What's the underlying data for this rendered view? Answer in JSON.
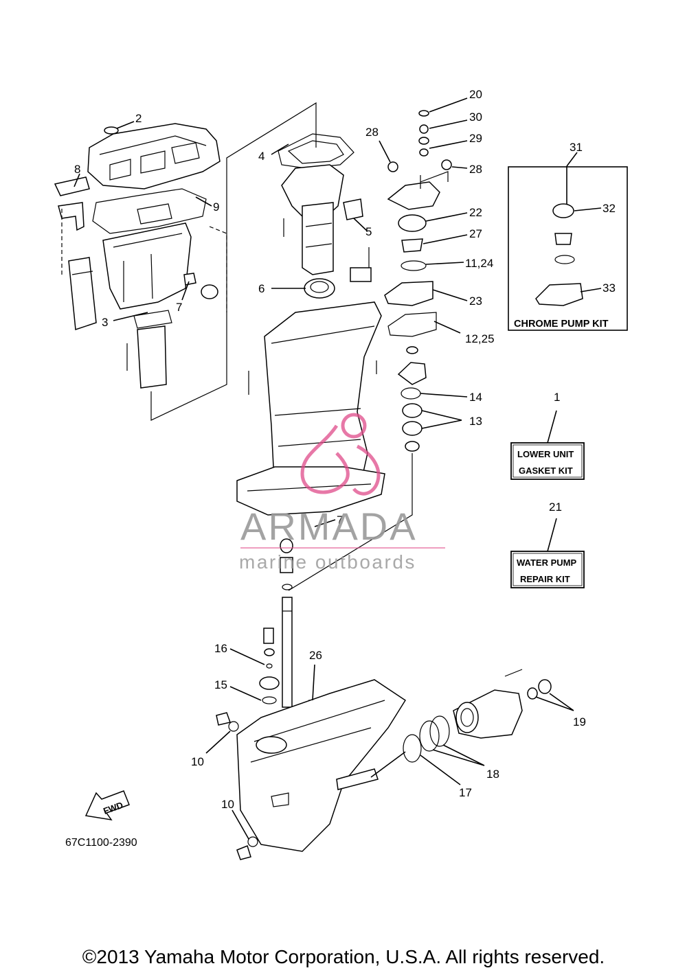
{
  "diagram": {
    "callouts": [
      "2",
      "8",
      "9",
      "4",
      "5",
      "6",
      "7",
      "3",
      "20",
      "30",
      "29",
      "28",
      "28",
      "22",
      "27",
      "11,24",
      "23",
      "12,25",
      "14",
      "13",
      "31",
      "32",
      "33",
      "1",
      "21",
      "7",
      "16",
      "26",
      "15",
      "10",
      "10",
      "19",
      "18",
      "17"
    ],
    "kits": {
      "chrome_pump_kit": "CHROME PUMP KIT",
      "lower_unit_line1": "LOWER UNIT",
      "lower_unit_line2": "GASKET KIT",
      "water_pump_line1": "WATER PUMP",
      "water_pump_line2": "REPAIR KIT"
    },
    "fwd_label": "FWD",
    "diagram_code": "67C1100-2390"
  },
  "watermark": {
    "brand": "ARMADA",
    "tagline": "marine outboards",
    "accent_color": "#e04c8a"
  },
  "footer": {
    "copyright": "©2013 Yamaha Motor Corporation, U.S.A. All rights reserved."
  }
}
